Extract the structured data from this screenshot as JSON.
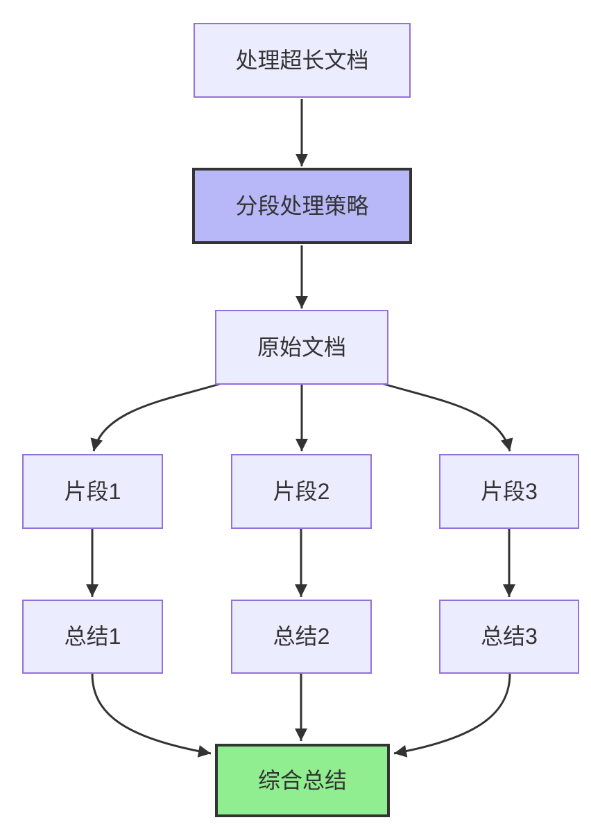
{
  "diagram": {
    "type": "flowchart",
    "direction": "top-down",
    "background": "#ffffff",
    "nodes": {
      "a": {
        "label": "处理超长文档",
        "style": "default"
      },
      "b": {
        "label": "分段处理策略",
        "style": "highlight"
      },
      "c": {
        "label": "原始文档",
        "style": "default"
      },
      "d": {
        "label": "片段1",
        "style": "default"
      },
      "e": {
        "label": "片段2",
        "style": "default"
      },
      "f": {
        "label": "片段3",
        "style": "default"
      },
      "g": {
        "label": "总结1",
        "style": "default"
      },
      "h": {
        "label": "总结2",
        "style": "default"
      },
      "i": {
        "label": "总结3",
        "style": "default"
      },
      "j": {
        "label": "综合总结",
        "style": "final"
      }
    },
    "edges": [
      {
        "from": "处理超长文档",
        "to": "分段处理策略"
      },
      {
        "from": "分段处理策略",
        "to": "原始文档"
      },
      {
        "from": "原始文档",
        "to": "片段1"
      },
      {
        "from": "原始文档",
        "to": "片段2"
      },
      {
        "from": "原始文档",
        "to": "片段3"
      },
      {
        "from": "片段1",
        "to": "总结1"
      },
      {
        "from": "片段2",
        "to": "总结2"
      },
      {
        "from": "片段3",
        "to": "总结3"
      },
      {
        "from": "总结1",
        "to": "综合总结"
      },
      {
        "from": "总结2",
        "to": "综合总结"
      },
      {
        "from": "总结3",
        "to": "综合总结"
      }
    ],
    "colors": {
      "node_fill": "#ECECFF",
      "node_border": "#9370DB",
      "highlight_fill": "#B8B8F8",
      "highlight_border": "#333333",
      "final_fill": "#90EE90",
      "final_border": "#333333",
      "edge": "#333333",
      "text": "#333333"
    }
  }
}
